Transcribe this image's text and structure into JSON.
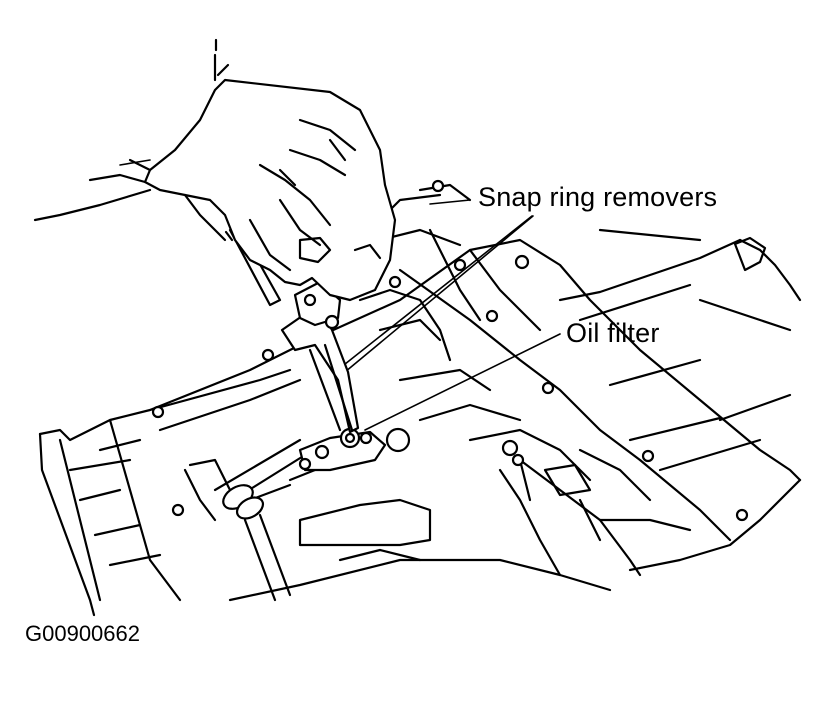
{
  "figure": {
    "callouts": {
      "snap_ring_removers": "Snap ring removers",
      "oil_filter": "Oil filter"
    },
    "figure_id": "G00900662"
  },
  "colors": {
    "ink": "#000000",
    "paper": "#ffffff"
  }
}
